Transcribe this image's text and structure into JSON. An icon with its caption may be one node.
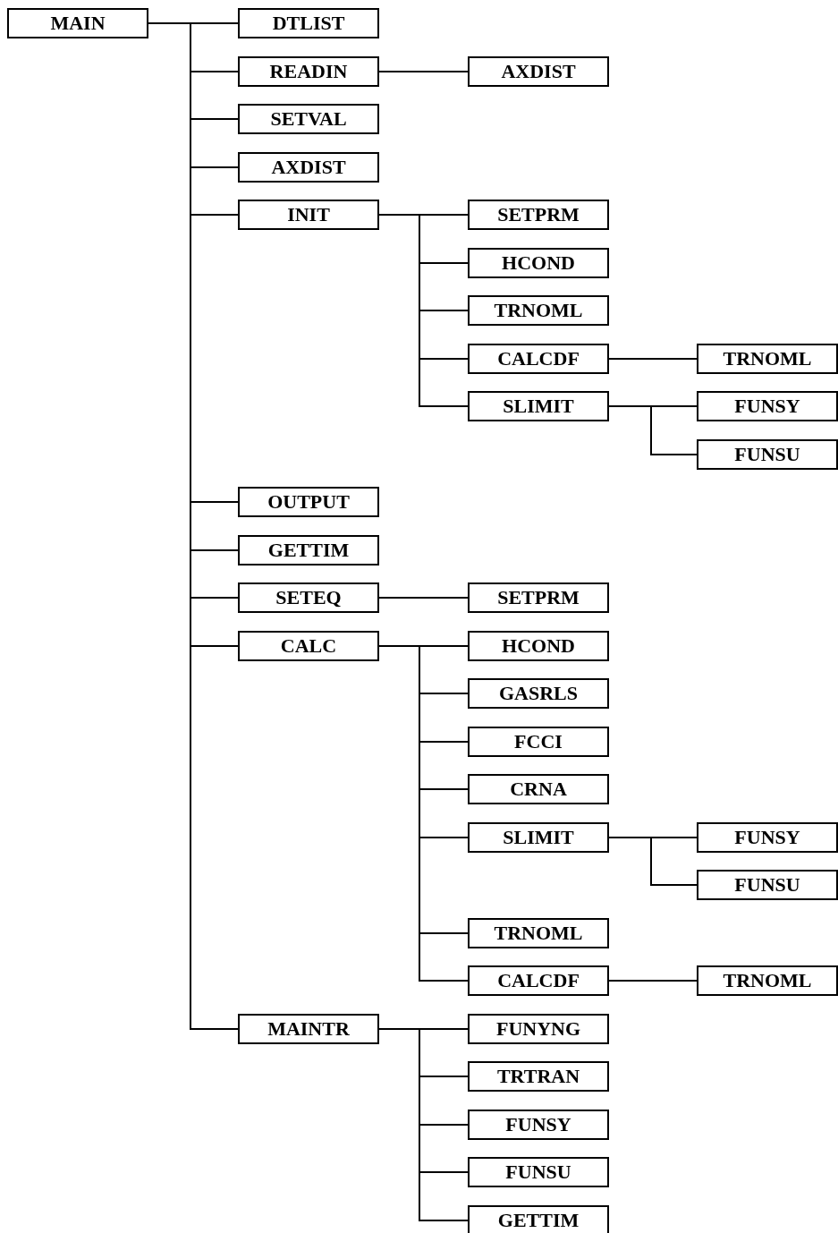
{
  "diagram": {
    "nodes": [
      {
        "text": [
          "MAIN"
        ]
      },
      {
        "text": [
          "DTLIST"
        ]
      },
      {
        "text": [
          "READIN"
        ]
      },
      {
        "text": [
          "AXDIST"
        ]
      },
      {
        "text": [
          "SETVAL"
        ]
      },
      {
        "text": [
          "AXDIST"
        ]
      },
      {
        "text": [
          "INIT"
        ]
      },
      {
        "text": [
          "SETPRM"
        ]
      },
      {
        "text": [
          "HCOND"
        ]
      },
      {
        "text": [
          "TRNOML"
        ]
      },
      {
        "text": [
          "CALCDF"
        ]
      },
      {
        "text": [
          "TRNOML"
        ]
      },
      {
        "text": [
          "SLIMIT"
        ]
      },
      {
        "text": [
          "FUNSY"
        ]
      },
      {
        "text": [
          "FUNSU"
        ]
      },
      {
        "text": [
          "OUTPUT"
        ]
      },
      {
        "text": [
          "GETTIM"
        ]
      },
      {
        "text": [
          "SETEQ"
        ]
      },
      {
        "text": [
          "SETPRM"
        ]
      },
      {
        "text": [
          "CALC"
        ]
      },
      {
        "text": [
          "HCOND"
        ]
      },
      {
        "text": [
          "GASRLS"
        ]
      },
      {
        "text": [
          "FCCI"
        ]
      },
      {
        "text": [
          "CRNA"
        ]
      },
      {
        "text": [
          "SLIMIT"
        ]
      },
      {
        "text": [
          "FUNSY"
        ]
      },
      {
        "text": [
          "FUNSU"
        ]
      },
      {
        "text": [
          "TRNOML"
        ]
      },
      {
        "text": [
          "CALCDF"
        ]
      },
      {
        "text": [
          "TRNOML"
        ]
      },
      {
        "text": [
          "MAINTR"
        ]
      },
      {
        "text": [
          "FUNYNG"
        ]
      },
      {
        "text": [
          "TRTRAN"
        ]
      },
      {
        "text": [
          "FUNSY"
        ]
      },
      {
        "text": [
          "FUNSU"
        ]
      },
      {
        "text": [
          "GETTIM"
        ]
      }
    ],
    "edges": [
      {
        "from": 0,
        "to": 1,
        "arrow": "none"
      },
      {
        "from": 0,
        "to": 2,
        "arrow": "none"
      },
      {
        "from": 2,
        "to": 3,
        "arrow": "none"
      },
      {
        "from": 0,
        "to": 4,
        "arrow": "none"
      },
      {
        "from": 0,
        "to": 5,
        "arrow": "none"
      },
      {
        "from": 0,
        "to": 6,
        "arrow": "none"
      },
      {
        "from": 6,
        "to": 7,
        "arrow": "none"
      },
      {
        "from": 6,
        "to": 8,
        "arrow": "none"
      },
      {
        "from": 6,
        "to": 9,
        "arrow": "none"
      },
      {
        "from": 6,
        "to": 10,
        "arrow": "none"
      },
      {
        "from": 10,
        "to": 11,
        "arrow": "none"
      },
      {
        "from": 6,
        "to": 12,
        "arrow": "none"
      },
      {
        "from": 12,
        "to": 13,
        "arrow": "none"
      },
      {
        "from": 12,
        "to": 14,
        "arrow": "none"
      },
      {
        "from": 0,
        "to": 15,
        "arrow": "none"
      },
      {
        "from": 0,
        "to": 16,
        "arrow": "none"
      },
      {
        "from": 0,
        "to": 17,
        "arrow": "none"
      },
      {
        "from": 17,
        "to": 18,
        "arrow": "none"
      },
      {
        "from": 0,
        "to": 19,
        "arrow": "none"
      },
      {
        "from": 19,
        "to": 20,
        "arrow": "none"
      },
      {
        "from": 19,
        "to": 21,
        "arrow": "none"
      },
      {
        "from": 19,
        "to": 22,
        "arrow": "none"
      },
      {
        "from": 19,
        "to": 23,
        "arrow": "none"
      },
      {
        "from": 19,
        "to": 24,
        "arrow": "none"
      },
      {
        "from": 24,
        "to": 25,
        "arrow": "none"
      },
      {
        "from": 24,
        "to": 26,
        "arrow": "none"
      },
      {
        "from": 19,
        "to": 27,
        "arrow": "none"
      },
      {
        "from": 19,
        "to": 28,
        "arrow": "none"
      },
      {
        "from": 28,
        "to": 29,
        "arrow": "none"
      },
      {
        "from": 0,
        "to": 30,
        "arrow": "none"
      },
      {
        "from": 30,
        "to": 31,
        "arrow": "none"
      },
      {
        "from": 30,
        "to": 32,
        "arrow": "none"
      },
      {
        "from": 30,
        "to": 33,
        "arrow": "none"
      },
      {
        "from": 30,
        "to": 34,
        "arrow": "none"
      },
      {
        "from": 30,
        "to": 35,
        "arrow": "none"
      }
    ]
  }
}
